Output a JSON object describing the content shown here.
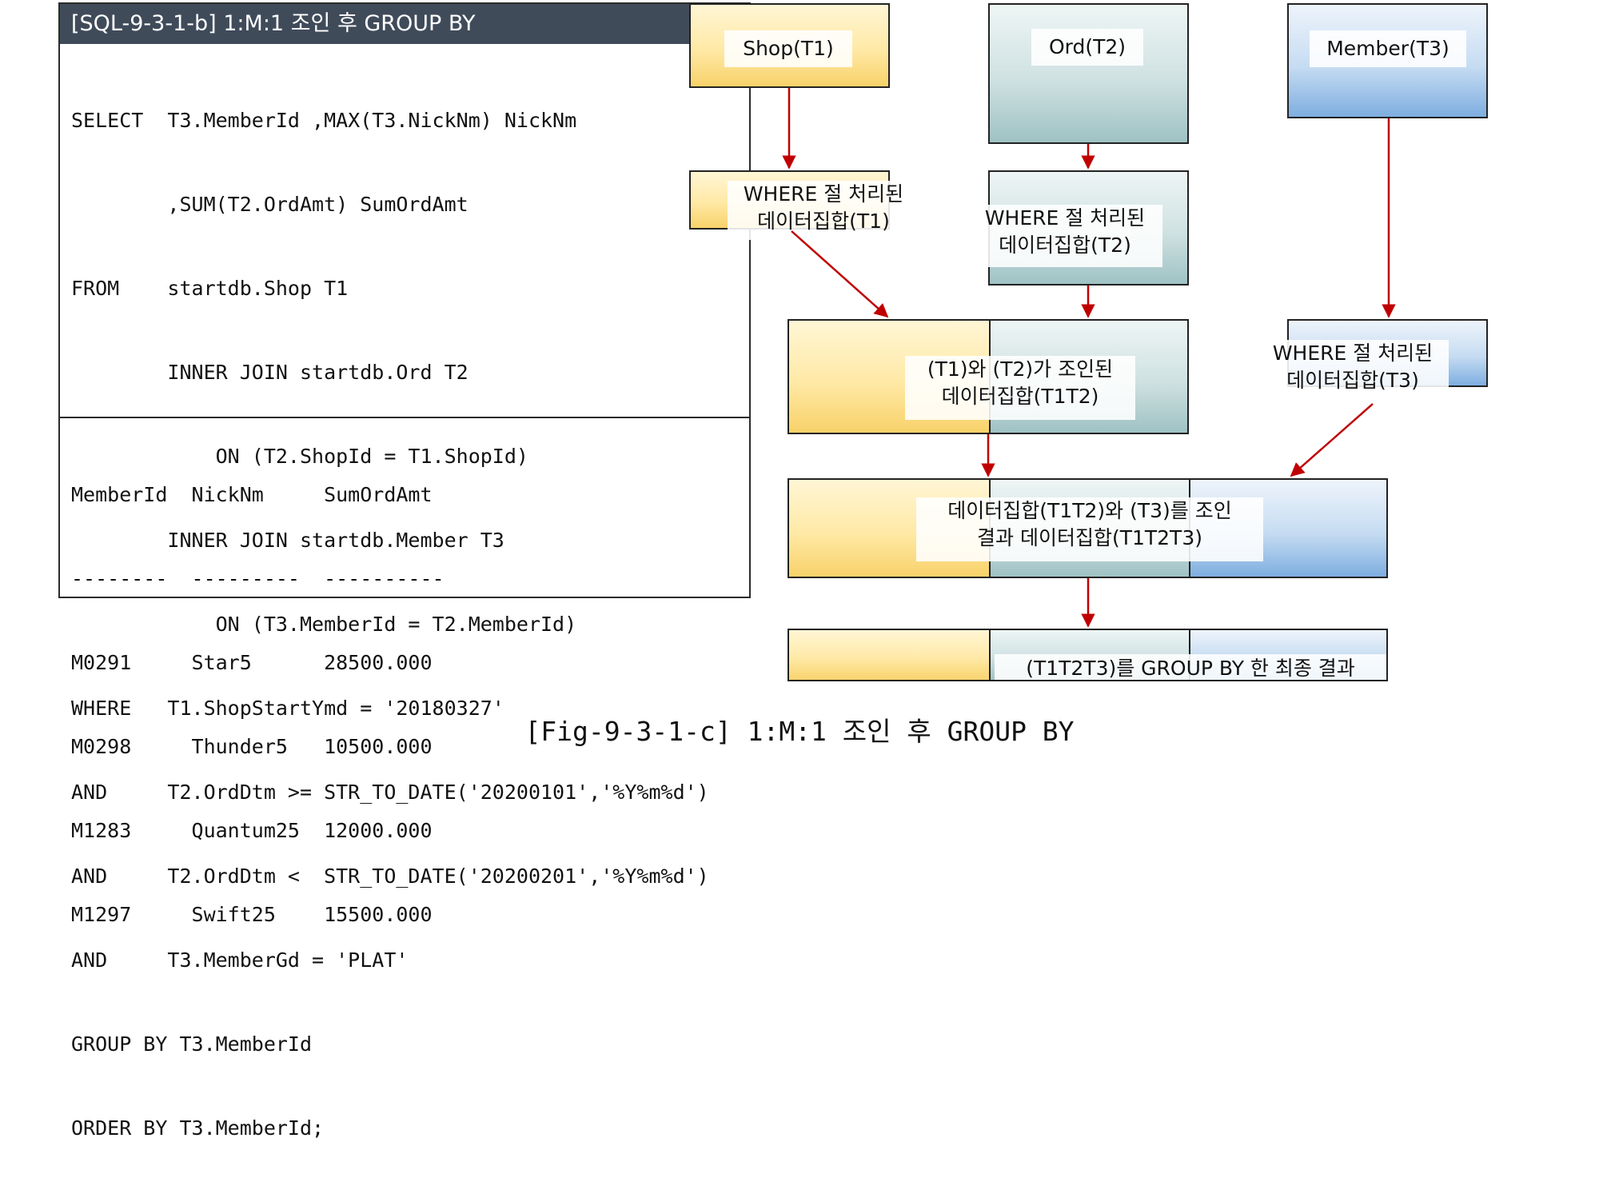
{
  "sql": {
    "header": "[SQL-9-3-1-b] 1:M:1 조인 후 GROUP BY",
    "code_lines": [
      "SELECT  T3.MemberId ,MAX(T3.NickNm) NickNm",
      "        ,SUM(T2.OrdAmt) SumOrdAmt",
      "FROM    startdb.Shop T1",
      "        INNER JOIN startdb.Ord T2",
      "            ON (T2.ShopId = T1.ShopId)",
      "        INNER JOIN startdb.Member T3",
      "            ON (T3.MemberId = T2.MemberId)",
      "WHERE   T1.ShopStartYmd = '20180327'",
      "AND     T2.OrdDtm >= STR_TO_DATE('20200101','%Y%m%d')",
      "AND     T2.OrdDtm <  STR_TO_DATE('20200201','%Y%m%d')",
      "AND     T3.MemberGd = 'PLAT'",
      "GROUP BY T3.MemberId",
      "ORDER BY T3.MemberId;"
    ],
    "result_lines": [
      "MemberId  NickNm     SumOrdAmt",
      "--------  ---------  ----------",
      "M0291     Star5      28500.000",
      "M0298     Thunder5   10500.000",
      "M1283     Quantum25  12000.000",
      "M1297     Swift25    15500.000"
    ]
  },
  "diagram": {
    "shop_label": "Shop(T1)",
    "ord_label": "Ord(T2)",
    "member_label": "Member(T3)",
    "where_t1": [
      "WHERE 절 처리된",
      "데이터집합(T1)"
    ],
    "where_t2": [
      "WHERE 절 처리된",
      "데이터집합(T2)"
    ],
    "where_t3": [
      "WHERE 절 처리된",
      "데이터집합(T3)"
    ],
    "join_t1t2": [
      "(T1)와 (T2)가 조인된",
      "데이터집합(T1T2)"
    ],
    "join_t1t2t3": [
      "데이터집합(T1T2)와 (T3)를 조인",
      "결과 데이터집합(T1T2T3)"
    ],
    "final": "(T1T2T3)를 GROUP BY 한 최종 결과",
    "colors": {
      "arrow": "#c00000",
      "shop": "#f8d26a",
      "ord": "#9fc2c4",
      "member": "#7eaee0",
      "header": "#404b5a"
    }
  },
  "caption": "[Fig-9-3-1-c] 1:M:1 조인 후 GROUP BY"
}
